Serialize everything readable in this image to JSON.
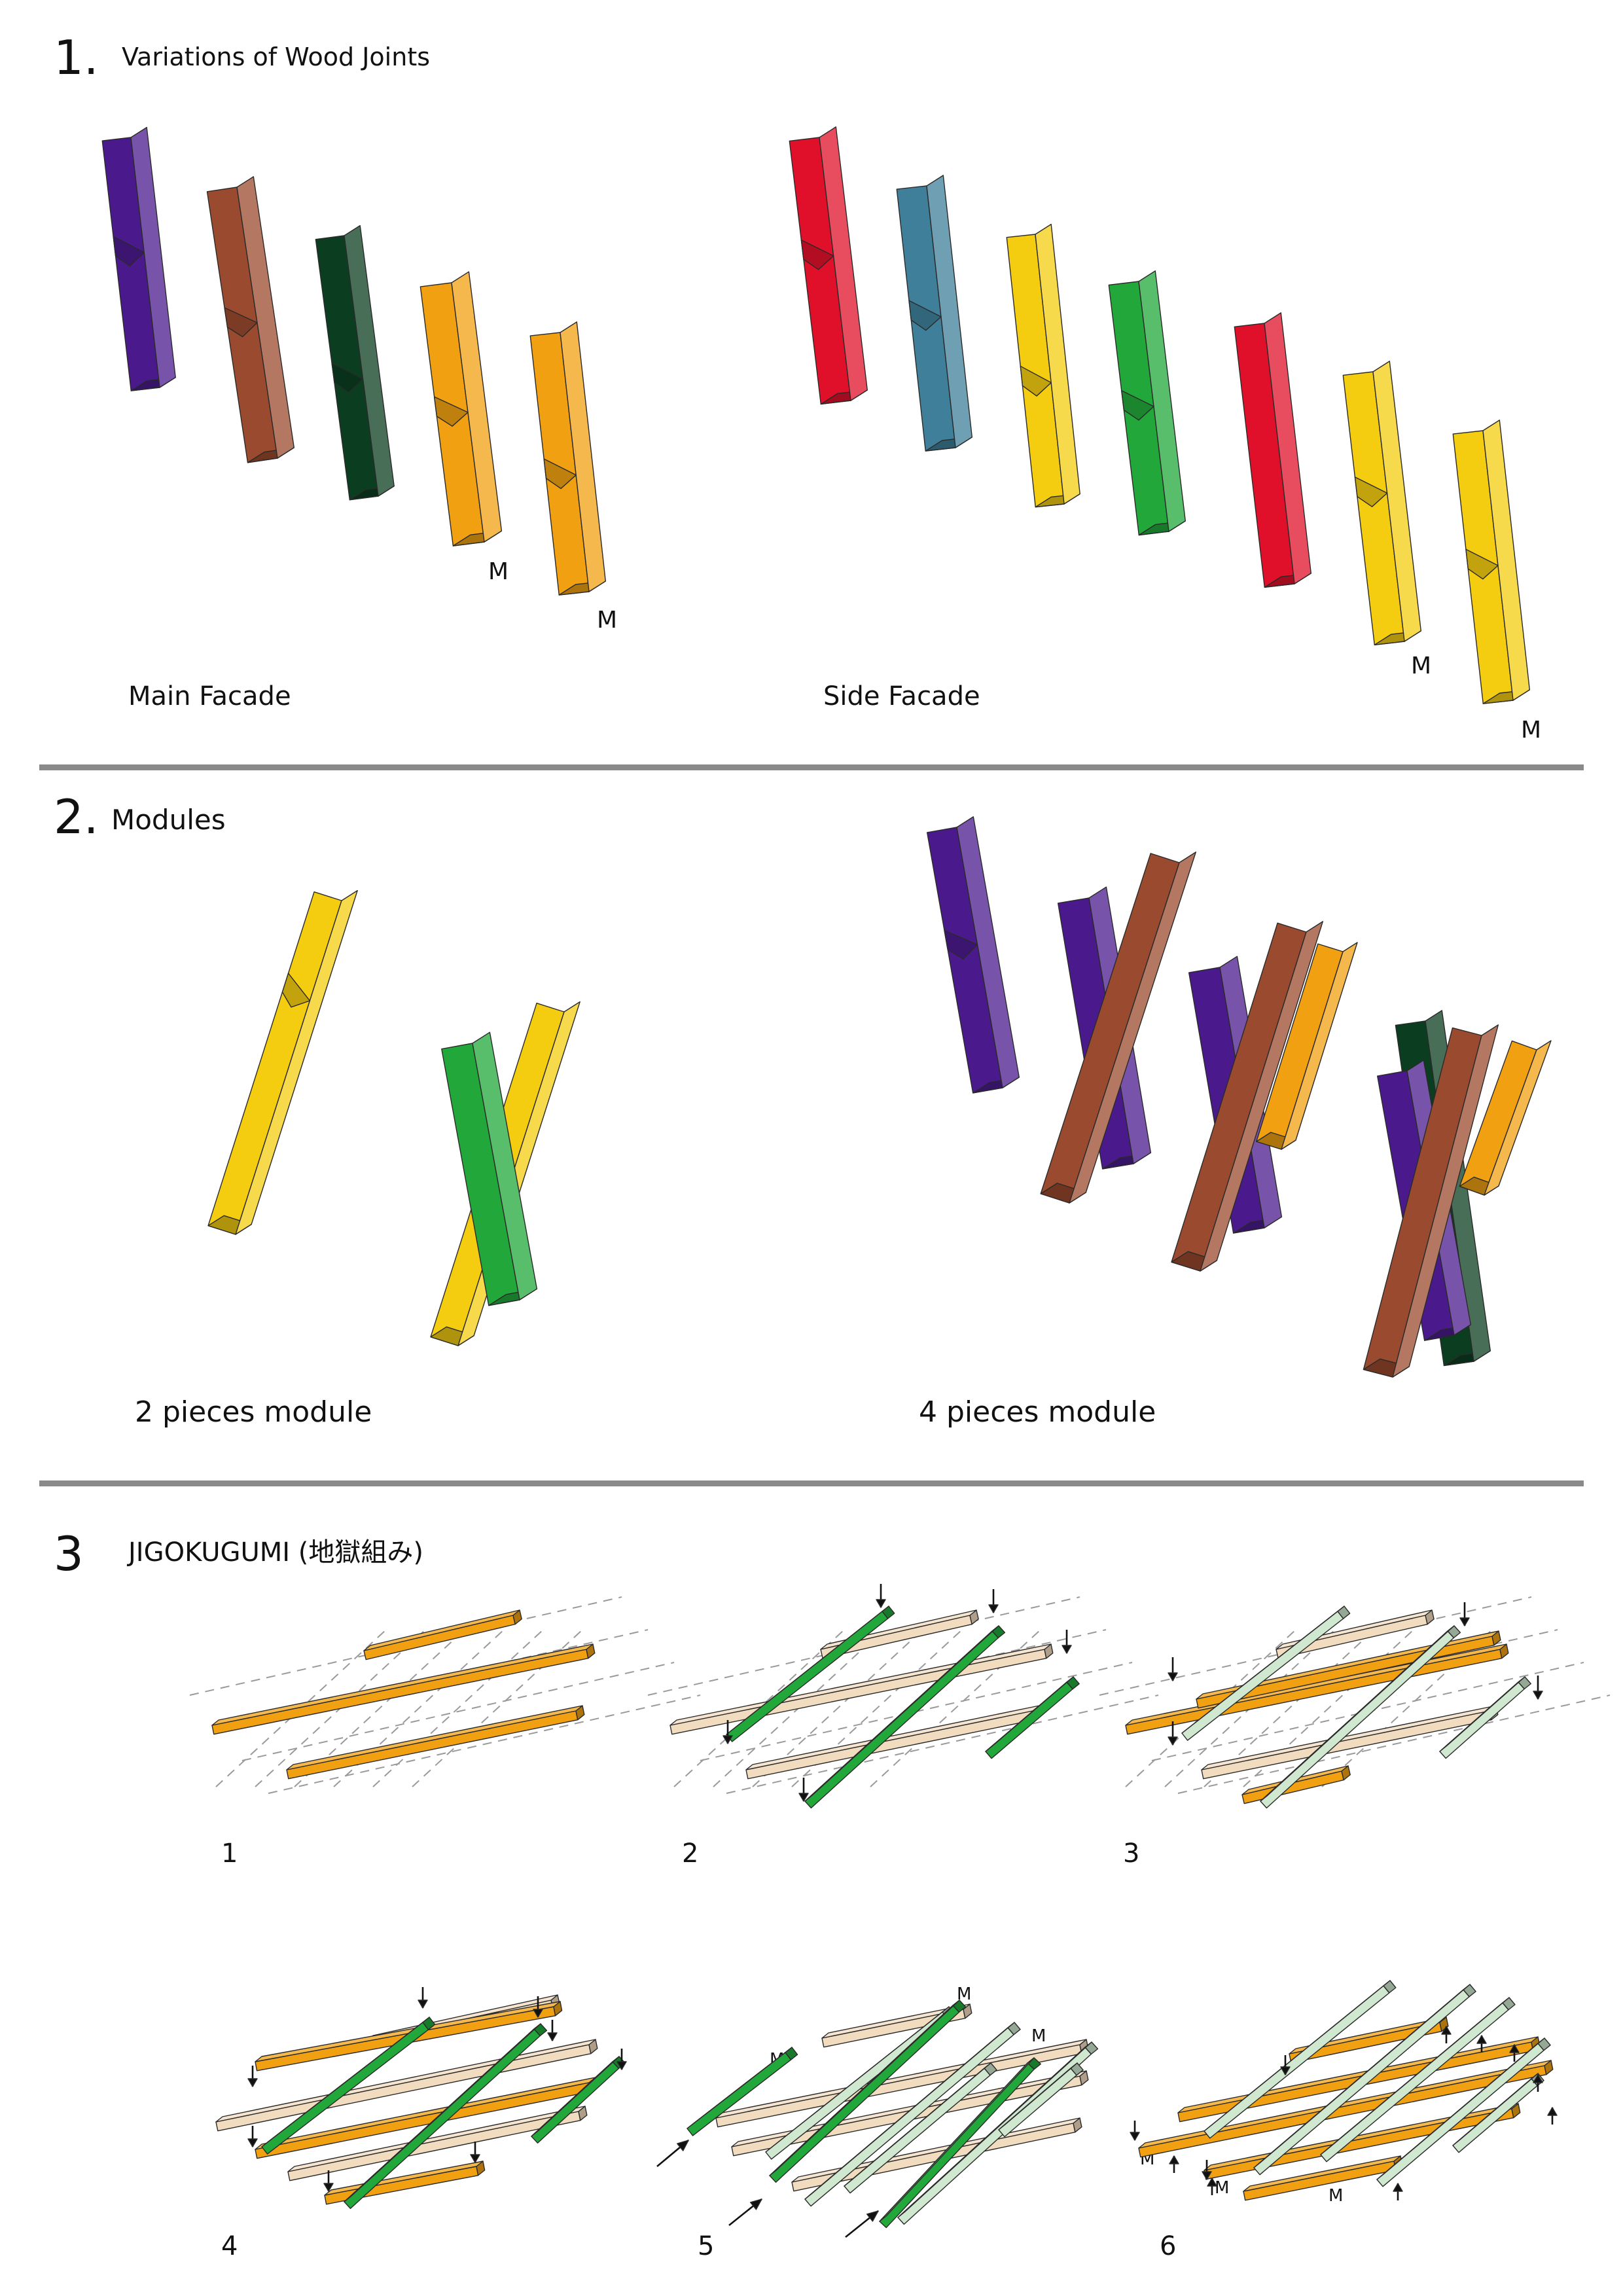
{
  "section1": {
    "number": "1.",
    "title": "Variations of Wood Joints",
    "main_label": "Main Facade",
    "side_label": "Side Facade",
    "m_label": "M"
  },
  "section2": {
    "number": "2.",
    "title": "Modules",
    "two_label": "2 pieces module",
    "four_label": "4 pieces module"
  },
  "section3": {
    "number": "3",
    "title": "JIGOKUGUMI (地獄組み)",
    "steps": [
      "1",
      "2",
      "3",
      "4",
      "5",
      "6"
    ],
    "m_label": "M"
  },
  "colors": {
    "purple": "#4a1a8c",
    "brown": "#9a4a2e",
    "darkgreen": "#0b3d20",
    "orange": "#f0a010",
    "red": "#e0102a",
    "teal": "#3f7f99",
    "yellow": "#f4cc10",
    "green": "#22a83a",
    "beige": "#f2dcc0",
    "mint": "#cfe8cf",
    "divider": "#8a8a8a"
  }
}
